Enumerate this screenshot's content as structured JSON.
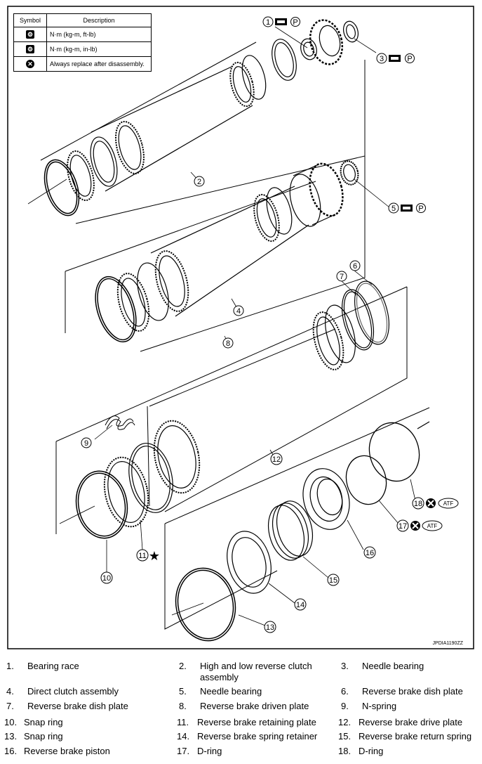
{
  "legend": {
    "header_symbol": "Symbol",
    "header_description": "Description",
    "rows": [
      {
        "icon": "torque-wrench-icon",
        "description": "N·m (kg-m, ft-lb)"
      },
      {
        "icon": "torque-wrench-small-icon",
        "description": "N·m (kg-m, in-lb)"
      },
      {
        "icon": "replace-x-icon",
        "description": "Always replace after disassembly."
      }
    ]
  },
  "callouts": {
    "c1": "1",
    "c2": "2",
    "c3": "3",
    "c4": "4",
    "c5": "5",
    "c6": "6",
    "c7": "7",
    "c8": "8",
    "c9": "9",
    "c10": "10",
    "c11": "11",
    "c12": "12",
    "c13": "13",
    "c14": "14",
    "c15": "15",
    "c16": "16",
    "c17": "17",
    "c18": "18",
    "p": "P",
    "atf": "ATF",
    "star": "★"
  },
  "figure_code": "JPDIA1190ZZ",
  "parts": [
    {
      "num": "1.",
      "name": "Bearing race"
    },
    {
      "num": "2.",
      "name": "High and low reverse clutch assembly"
    },
    {
      "num": "3.",
      "name": "Needle bearing"
    },
    {
      "num": "4.",
      "name": "Direct clutch assembly"
    },
    {
      "num": "5.",
      "name": "Needle bearing"
    },
    {
      "num": "6.",
      "name": "Reverse brake dish plate"
    },
    {
      "num": "7.",
      "name": "Reverse brake dish plate"
    },
    {
      "num": "8.",
      "name": "Reverse brake driven plate"
    },
    {
      "num": "9.",
      "name": "N-spring"
    },
    {
      "num": "10.",
      "name": "Snap ring"
    },
    {
      "num": "11.",
      "name": "Reverse brake retaining plate"
    },
    {
      "num": "12.",
      "name": "Reverse brake drive plate"
    },
    {
      "num": "13.",
      "name": "Snap ring"
    },
    {
      "num": "14.",
      "name": "Reverse brake spring retainer"
    },
    {
      "num": "15.",
      "name": "Reverse brake return spring"
    },
    {
      "num": "16.",
      "name": "Reverse brake piston"
    },
    {
      "num": "17.",
      "name": "D-ring"
    },
    {
      "num": "18.",
      "name": "D-ring"
    }
  ]
}
